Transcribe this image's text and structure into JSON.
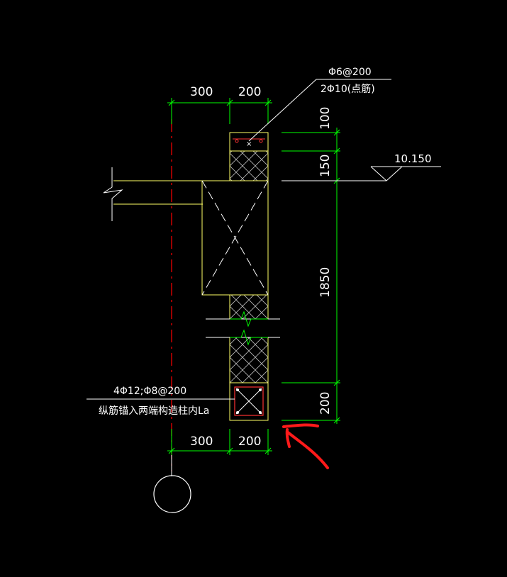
{
  "drawing": {
    "top_dims": {
      "left": "300",
      "right": "200"
    },
    "bottom_dims": {
      "left": "300",
      "right": "200"
    },
    "vertical_dims": {
      "d1": "100",
      "d2": "150",
      "d3": "1850",
      "d4": "200"
    },
    "top_note": {
      "line1": "Φ6@200",
      "line2": "2Φ10(点筋)"
    },
    "elevation": {
      "value": "10.150"
    },
    "bottom_note": {
      "line1": "4Φ12;Φ8@200",
      "line2": "纵筋锚入两端构造柱内La"
    }
  },
  "colors": {
    "background": "#000000",
    "dimension": "#00ff00",
    "outline": "#ffff66",
    "centerline": "#ff0000",
    "rebar": "#ff3333",
    "hatch": "#bbbbbb",
    "annotation": "#ffffff",
    "markup": "#ff1a1a"
  }
}
